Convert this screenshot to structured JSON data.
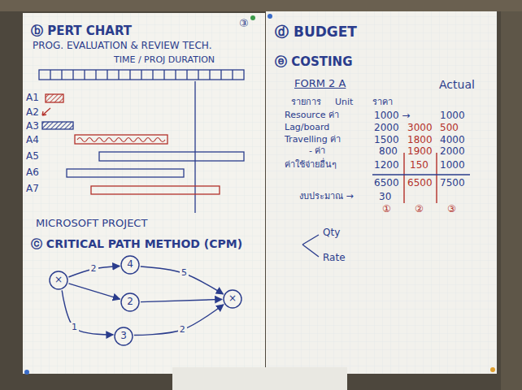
{
  "diagram": {
    "nodes": [
      {
        "text": [
          "×"
        ]
      },
      {
        "text": [
          "4"
        ]
      },
      {
        "text": [
          "2"
        ]
      },
      {
        "text": [
          "3"
        ]
      },
      {
        "text": [
          "×"
        ]
      }
    ],
    "edges": [
      {
        "from": 0,
        "to": 1,
        "arrow": "to",
        "label": "2"
      },
      {
        "from": 1,
        "to": 4,
        "arrow": "to",
        "label": "5"
      },
      {
        "from": 0,
        "to": 2,
        "arrow": "to"
      },
      {
        "from": 2,
        "to": 4,
        "arrow": "to"
      },
      {
        "from": 0,
        "to": 3,
        "arrow": "to",
        "label": "1"
      },
      {
        "from": 3,
        "to": 4,
        "arrow": "to",
        "label": "2"
      }
    ],
    "labels": [
      "③",
      "ⓑ PERT CHART",
      "PROG. EVALUATION & REVIEW TECH.",
      "TIME / PROJ DURATION",
      "A1",
      "A2",
      "A3",
      "A4",
      "A5",
      "A6",
      "A7",
      "MICROSOFT PROJECT",
      "ⓒ CRITICAL PATH METHOD (CPM)",
      "ⓓ BUDGET",
      "ⓔ COSTING",
      "FORM 2 A",
      "Actual",
      "รายการ",
      "Unit",
      "ราคา",
      "Resource ค่า",
      "1000 →",
      "1000",
      "Lag/board",
      "2000",
      "3000",
      "500",
      "Travelling ค่า",
      "1500",
      "1800",
      "4000",
      "- ค่า",
      "800",
      "1900",
      "2000",
      "ค่าใช้จ่ายอื่นๆ",
      "1200",
      "150",
      "1000",
      "6500",
      "6500",
      "7500",
      "งบประมาณ →",
      "30",
      "①",
      "②",
      "③",
      "Qty",
      "Rate"
    ]
  }
}
